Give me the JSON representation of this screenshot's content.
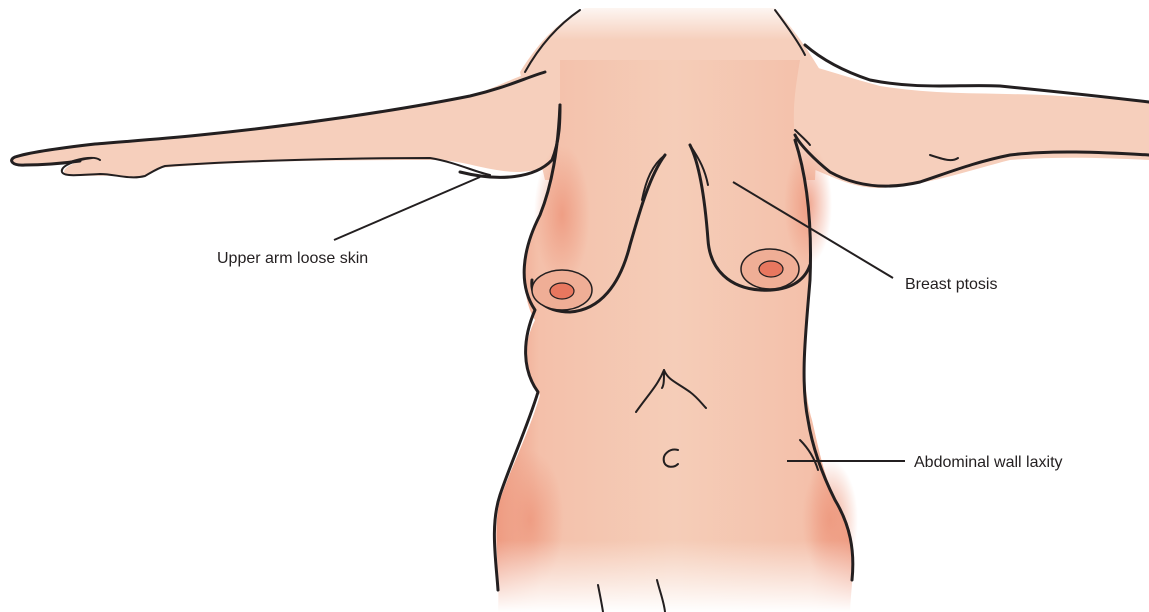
{
  "colors": {
    "skin": "#f4c9b4",
    "skin_light": "#f8d9c9",
    "shadow": "#ee9a80",
    "areola": "#efae96",
    "nipple": "#e8775f",
    "outline": "#231f20"
  },
  "labels": {
    "upper_arm": "Upper arm loose skin",
    "breast": "Breast ptosis",
    "abdomen": "Abdominal wall laxity"
  }
}
